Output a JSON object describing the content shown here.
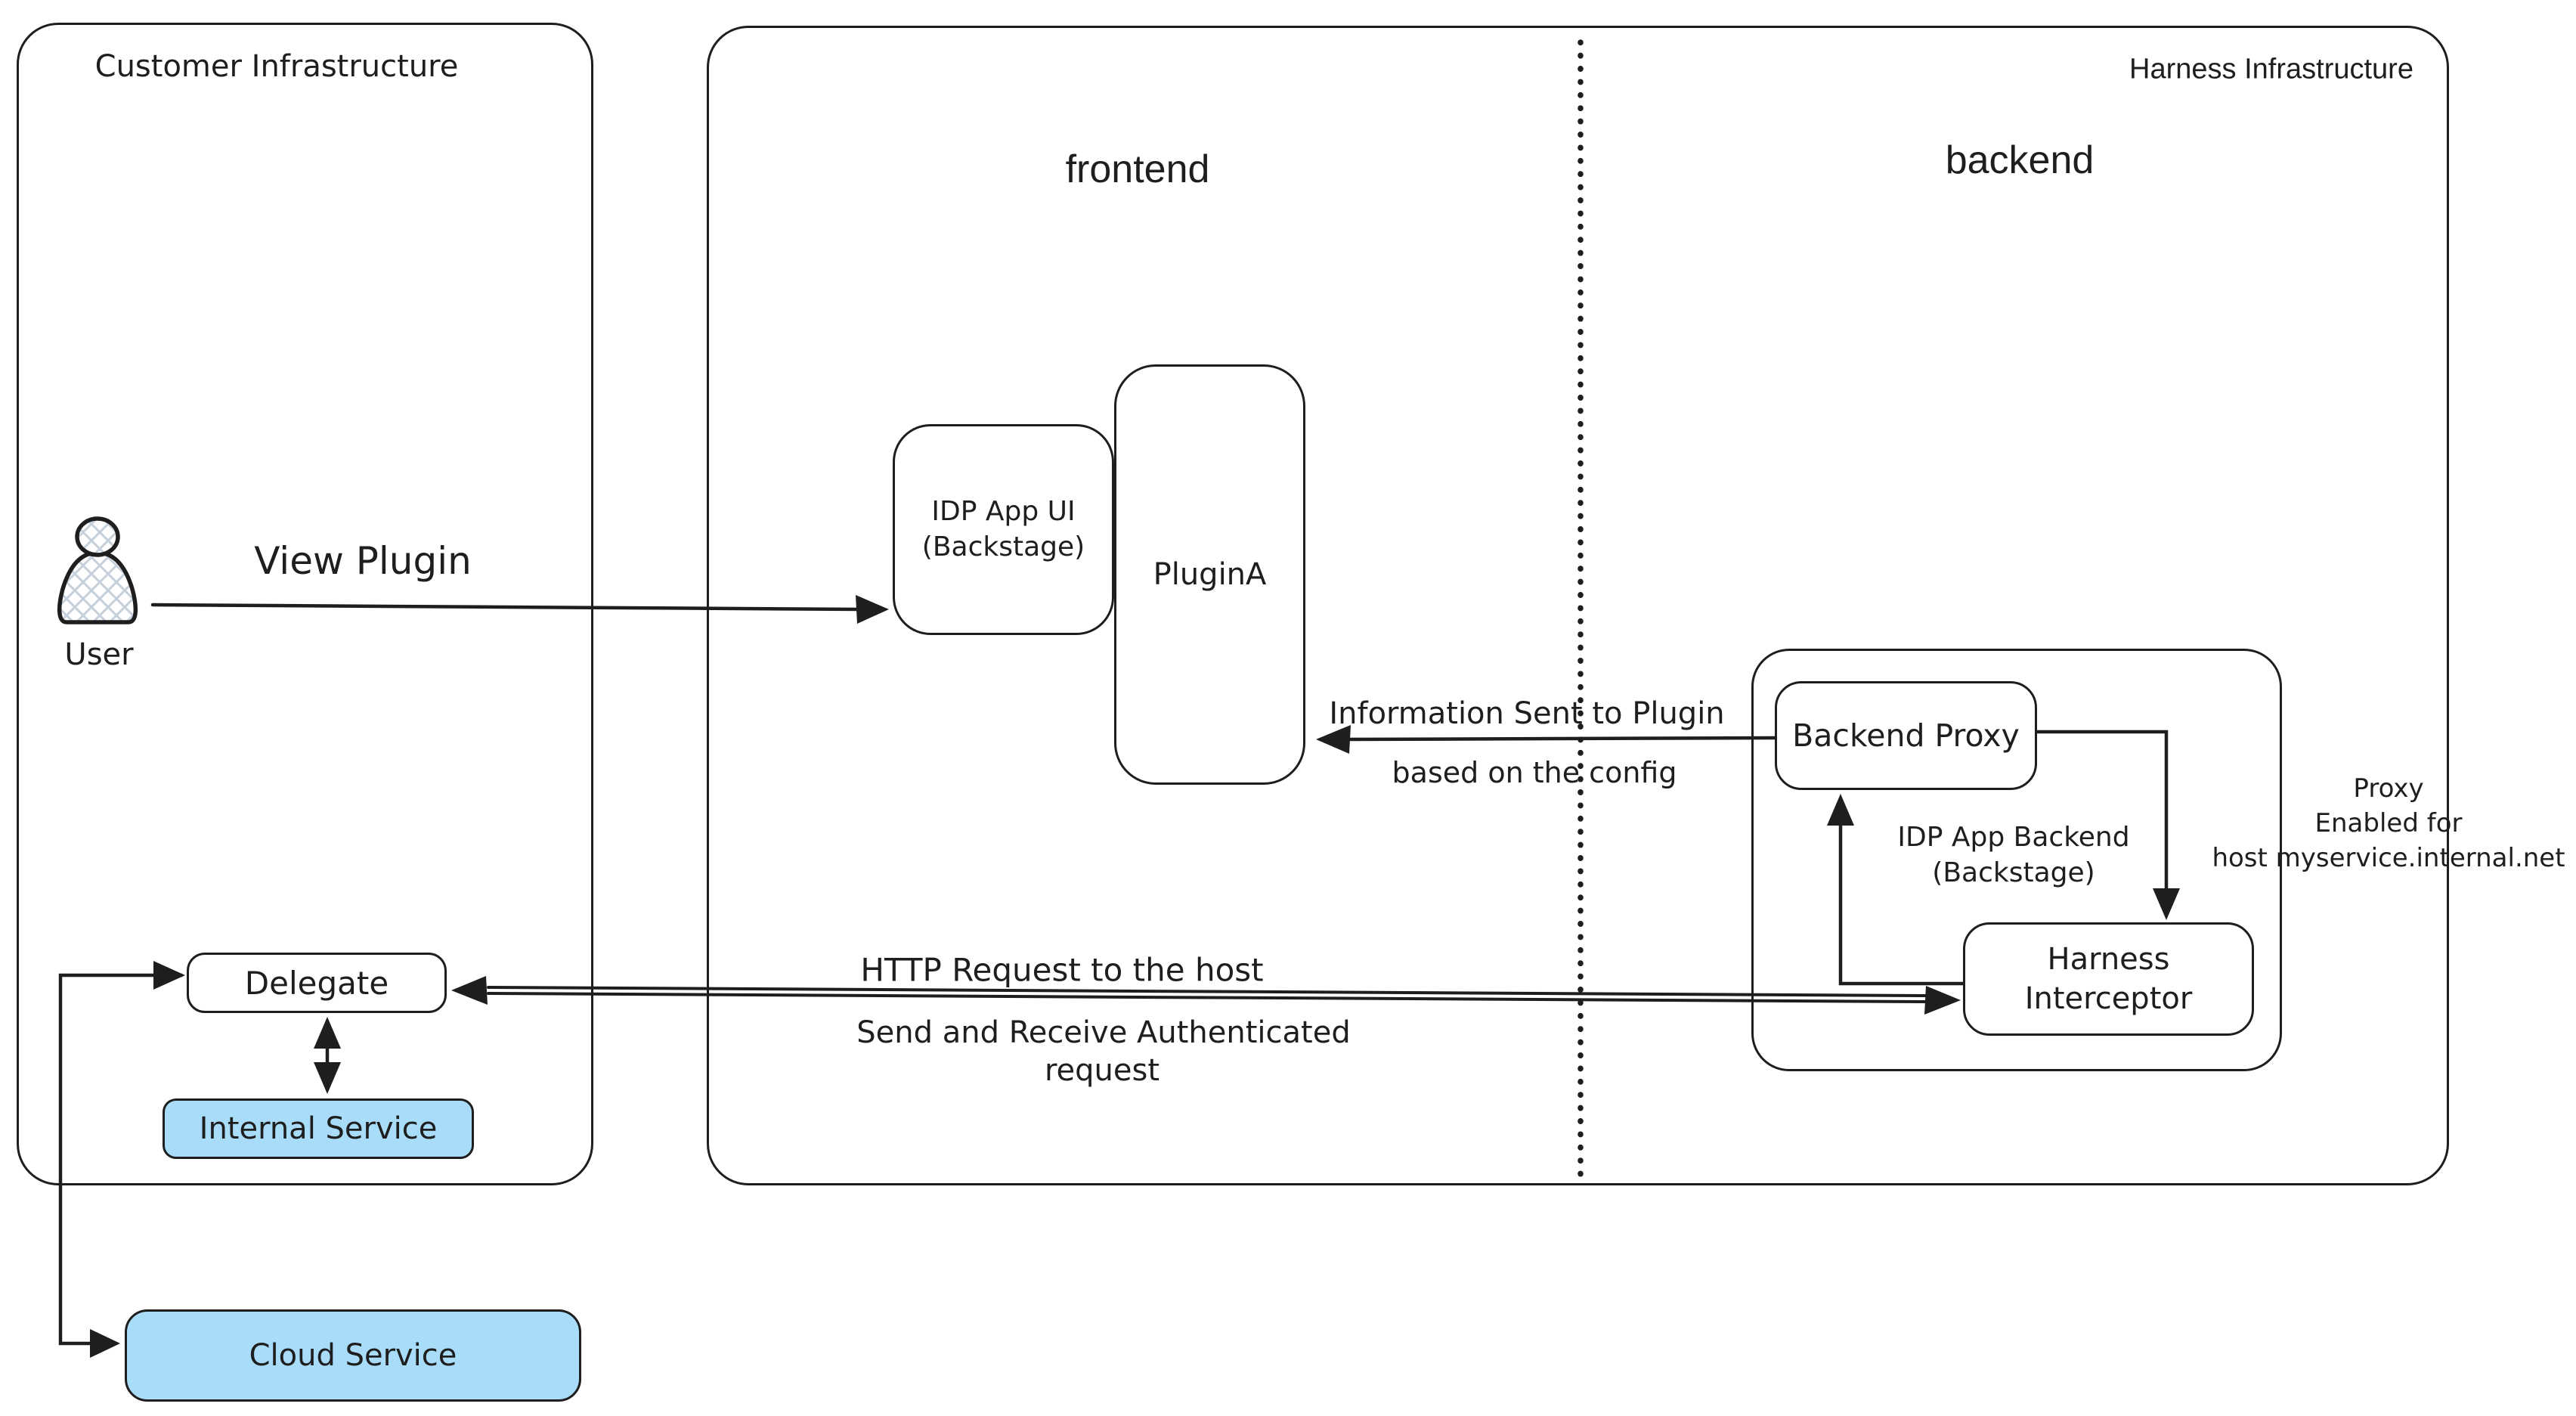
{
  "colors": {
    "stroke": "#1e1e1e",
    "service_fill": "#a8dcf9",
    "hatch_fill": "#c7d1dc",
    "background": "#ffffff"
  },
  "regions": {
    "customer": {
      "label": "Customer Infrastructure"
    },
    "harness": {
      "label": "Harness Infrastructure"
    },
    "frontend": {
      "label": "frontend"
    },
    "backend": {
      "label": "backend"
    }
  },
  "nodes": {
    "user": {
      "label": "User"
    },
    "idp_app_ui": {
      "line1": "IDP App UI",
      "line2": "(Backstage)"
    },
    "plugin_a": {
      "label": "PluginA"
    },
    "backend_proxy": {
      "label": "Backend Proxy"
    },
    "idp_app_backend": {
      "line1": "IDP App Backend",
      "line2": "(Backstage)"
    },
    "harness_interceptor": {
      "line1": "Harness",
      "line2": "Interceptor"
    },
    "delegate": {
      "label": "Delegate"
    },
    "internal_service": {
      "label": "Internal Service"
    },
    "cloud_service": {
      "label": "Cloud Service"
    }
  },
  "edges": {
    "view_plugin": {
      "label": "View Plugin"
    },
    "info_sent": {
      "line1": "Information Sent to Plugin",
      "line2": "based on the config"
    },
    "proxy_enabled": {
      "line1": "Proxy",
      "line2": "Enabled for",
      "line3": "host myservice.internal.net"
    },
    "http_request": {
      "label": "HTTP Request to the host"
    },
    "send_receive": {
      "line1": "Send and Receive Authenticated",
      "line2": "request"
    }
  }
}
